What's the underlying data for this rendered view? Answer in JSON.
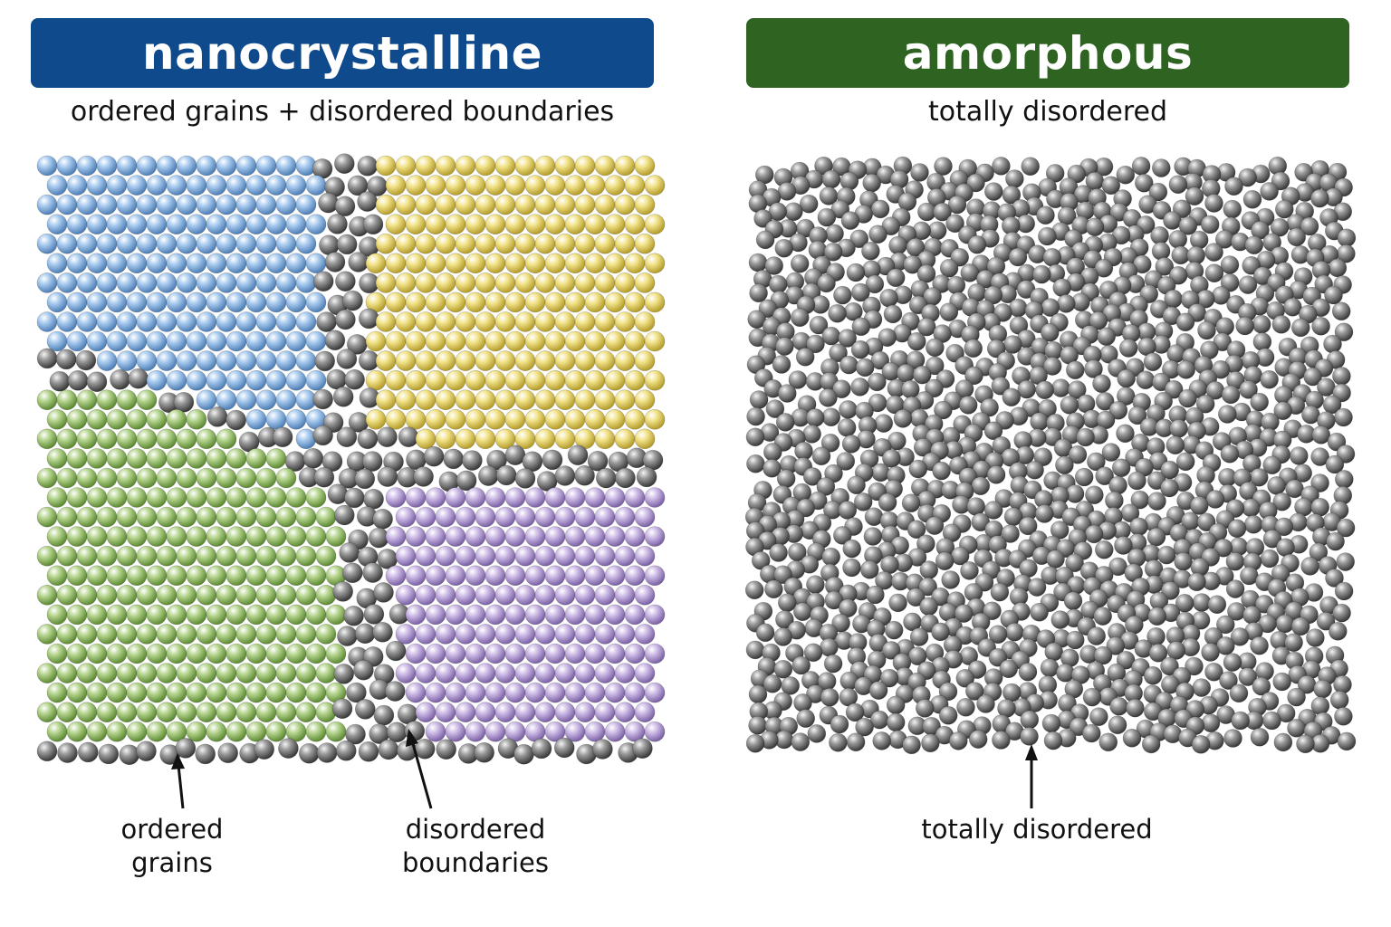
{
  "left": {
    "title": "nanocrystalline",
    "subtitle": "ordered grains + disordered boundaries",
    "label_grains": "ordered\ngrains",
    "label_boundaries": "disordered\nboundaries",
    "colors": {
      "banner": "#0f4a8c",
      "grain_blue": "#8db6e3",
      "grain_yellow": "#e8d66a",
      "grain_green": "#9dc26e",
      "grain_purple": "#b9a3d6",
      "boundary": "#8c8c8c"
    }
  },
  "right": {
    "title": "amorphous",
    "subtitle": "totally disordered",
    "label": "totally disordered",
    "colors": {
      "banner": "#2e6321",
      "atom": "#8c8c8c"
    }
  }
}
